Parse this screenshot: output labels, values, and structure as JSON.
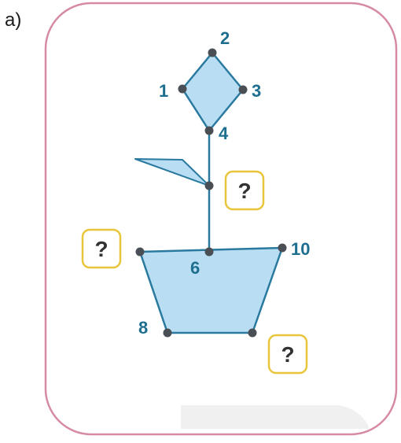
{
  "part_label": "a)",
  "points": {
    "p1": "1",
    "p2": "2",
    "p3": "3",
    "p4": "4",
    "p6": "6",
    "p8": "8",
    "p10": "10"
  },
  "unknown_marks": {
    "leaf_point": "?",
    "pot_left": "?",
    "pot_bottom_right": "?"
  },
  "colors": {
    "frame_border": "#d68aa6",
    "shape_fill": "#b9ddf2",
    "line": "#2a7aa0",
    "point": "#4a4f55",
    "label": "#1d6e8f",
    "question_border": "#e8c53a"
  }
}
